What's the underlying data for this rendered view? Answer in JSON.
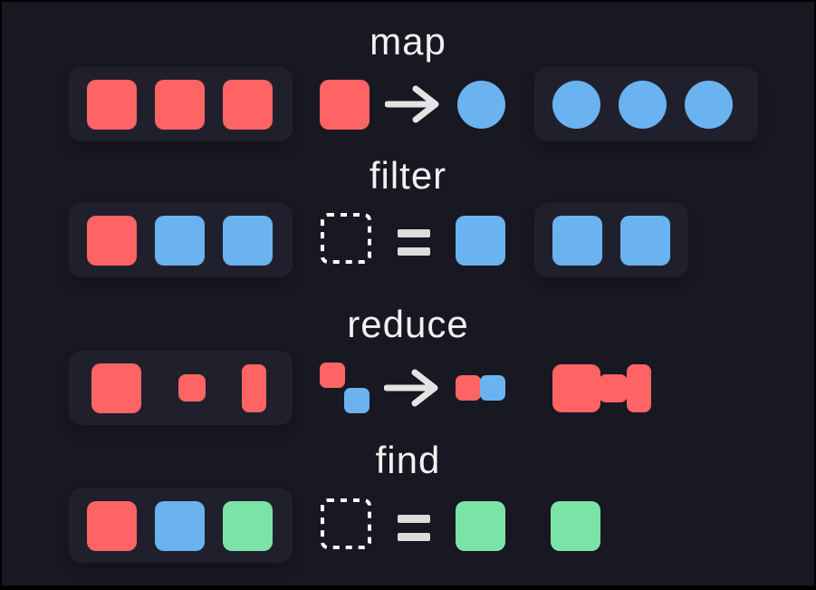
{
  "colors": {
    "background": "#181823",
    "panel": "#20202d",
    "red": "#ff6464",
    "blue": "#6ab3f0",
    "green": "#7ce3a8",
    "text": "#f1f1f1",
    "glyph": "#e4e4e4",
    "dashed_border": "#ffffff"
  },
  "rows": [
    {
      "label": "map",
      "operation": {
        "kind": "arrow",
        "symbol": "→",
        "left": [
          {
            "type": "square",
            "color": "red"
          }
        ],
        "right": [
          {
            "type": "circle",
            "color": "blue"
          }
        ]
      },
      "input": {
        "panel": true,
        "shapes": [
          {
            "type": "square",
            "color": "red"
          },
          {
            "type": "square",
            "color": "red"
          },
          {
            "type": "square",
            "color": "red"
          }
        ]
      },
      "output": {
        "panel": true,
        "shapes": [
          {
            "type": "circle",
            "color": "blue"
          },
          {
            "type": "circle",
            "color": "blue"
          },
          {
            "type": "circle",
            "color": "blue"
          }
        ]
      }
    },
    {
      "label": "filter",
      "operation": {
        "kind": "equals",
        "symbol": "=",
        "left": [
          {
            "type": "dashed-square"
          }
        ],
        "right": [
          {
            "type": "square",
            "color": "blue"
          }
        ]
      },
      "input": {
        "panel": true,
        "shapes": [
          {
            "type": "square",
            "color": "red"
          },
          {
            "type": "square",
            "color": "blue"
          },
          {
            "type": "square",
            "color": "blue"
          }
        ]
      },
      "output": {
        "panel": true,
        "shapes": [
          {
            "type": "square",
            "color": "blue"
          },
          {
            "type": "square",
            "color": "blue"
          }
        ]
      }
    },
    {
      "label": "reduce",
      "operation": {
        "kind": "arrow",
        "symbol": "→",
        "left": [
          {
            "type": "square",
            "color": "red",
            "size": "xs",
            "offset": "up-left"
          },
          {
            "type": "square",
            "color": "blue",
            "size": "xs",
            "offset": "down-right"
          }
        ],
        "right": [
          {
            "type": "square",
            "color": "red",
            "size": "xs"
          },
          {
            "type": "square",
            "color": "blue",
            "size": "xs"
          }
        ]
      },
      "input": {
        "panel": true,
        "shapes": [
          {
            "type": "square",
            "color": "red"
          },
          {
            "type": "square",
            "color": "red",
            "size": "sm"
          },
          {
            "type": "rect-tall",
            "color": "red"
          }
        ]
      },
      "output": {
        "panel": false,
        "shapes": [
          {
            "type": "dumbbell",
            "color": "red"
          }
        ]
      }
    },
    {
      "label": "find",
      "operation": {
        "kind": "equals",
        "symbol": "=",
        "left": [
          {
            "type": "dashed-square"
          }
        ],
        "right": [
          {
            "type": "square",
            "color": "green"
          }
        ]
      },
      "input": {
        "panel": true,
        "shapes": [
          {
            "type": "square",
            "color": "red"
          },
          {
            "type": "square",
            "color": "blue"
          },
          {
            "type": "square",
            "color": "green"
          }
        ]
      },
      "output": {
        "panel": false,
        "shapes": [
          {
            "type": "square",
            "color": "green"
          }
        ]
      }
    }
  ]
}
